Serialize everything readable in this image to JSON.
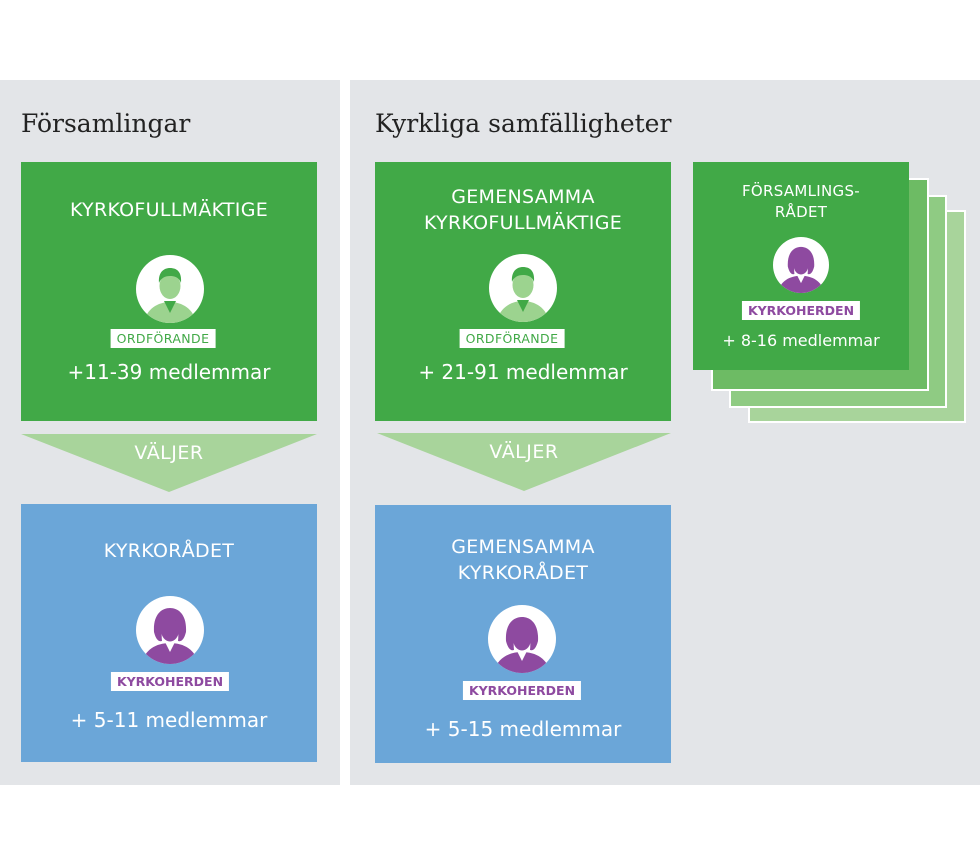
{
  "left_panel": {
    "title": "Församlingar",
    "top_box": {
      "title": "KYRKOFULLMÄKTIGE",
      "badge": "ORDFÖRANDE",
      "members": "+11-39 medlemmar"
    },
    "arrow_label": "VÄLJER",
    "bottom_box": {
      "title": "KYRKORÅDET",
      "badge": "KYRKOHERDEN",
      "members": "+ 5-11 medlemmar"
    }
  },
  "right_panel": {
    "title": "Kyrkliga samfälligheter",
    "top_box": {
      "title": "GEMENSAMMA\nKYRKOFULLMÄKTIGE",
      "badge": "ORDFÖRANDE",
      "members": "+ 21-91 medlemmar"
    },
    "arrow_label": "VÄLJER",
    "bottom_box": {
      "title": "GEMENSAMMA\nKYRKORÅDET",
      "badge": "KYRKOHERDEN",
      "members": "+ 5-15 medlemmar"
    },
    "side_box": {
      "title": "FÖRSAMLINGS-\nRÅDET",
      "badge": "KYRKOHERDEN",
      "members": "+ 8-16 medlemmar"
    }
  },
  "colors": {
    "green": "#41a947",
    "light_green": "#a8d49b",
    "blue": "#6ba6d8",
    "purple": "#8e4aa0",
    "panel_bg": "#e3e5e8"
  },
  "icons": {
    "man": "person-man-icon",
    "woman": "person-woman-icon"
  }
}
